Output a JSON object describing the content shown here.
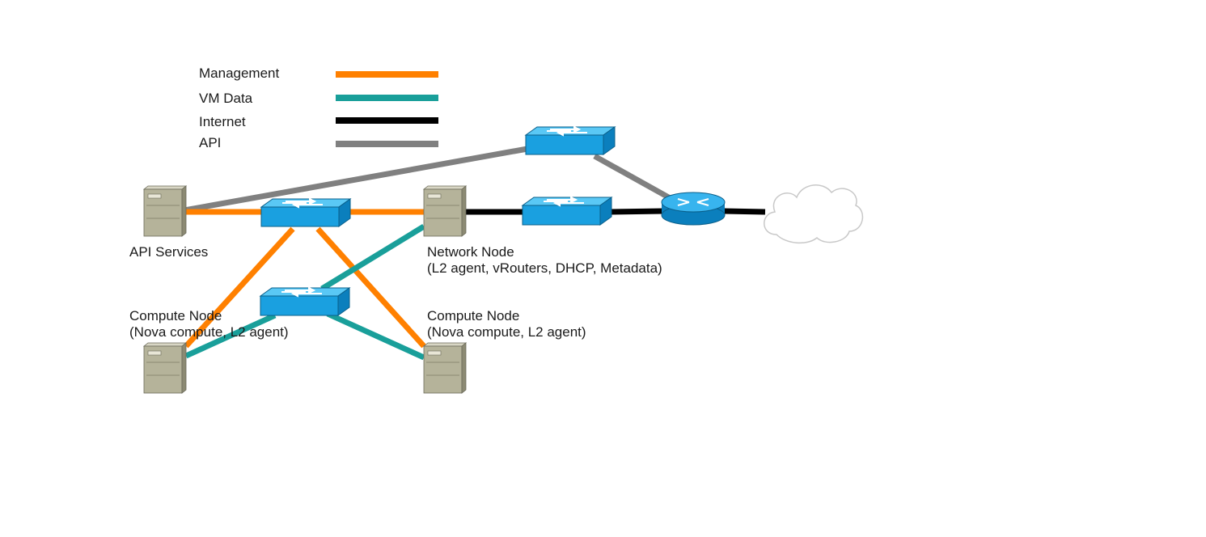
{
  "legend": [
    {
      "label": "Management",
      "color": "#ff8000"
    },
    {
      "label": "VM Data",
      "color": "#199f9a"
    },
    {
      "label": "Internet",
      "color": "#000000"
    },
    {
      "label": "API",
      "color": "#808080"
    }
  ],
  "nodes": {
    "api_services": {
      "title": "API Services"
    },
    "network_node": {
      "title": "Network Node",
      "subtitle": "(L2 agent, vRouters, DHCP, Metadata)"
    },
    "compute_node_1": {
      "title": "Compute Node",
      "subtitle": "(Nova compute, L2 agent)"
    },
    "compute_node_2": {
      "title": "Compute Node",
      "subtitle": "(Nova compute, L2 agent)"
    }
  },
  "icons": {
    "server": "server-icon",
    "switch": "switch-icon",
    "router": "router-icon",
    "cloud": "cloud-icon"
  },
  "colors": {
    "management": "#ff8000",
    "vm_data": "#199f9a",
    "internet": "#000000",
    "api": "#808080",
    "switch_top": "#4fc3f7",
    "switch_front": "#0288d1",
    "server_body": "#b7b59c"
  }
}
